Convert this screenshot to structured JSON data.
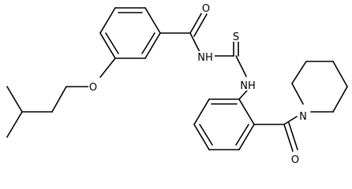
{
  "molecule": {
    "atoms": {
      "o_carbonyl_top": "O",
      "s_thio": "S",
      "nh_upper": "NH",
      "nh_lower": "NH",
      "o_ether": "O",
      "n_piperidine": "N",
      "o_carbonyl_bottom": "O"
    }
  }
}
